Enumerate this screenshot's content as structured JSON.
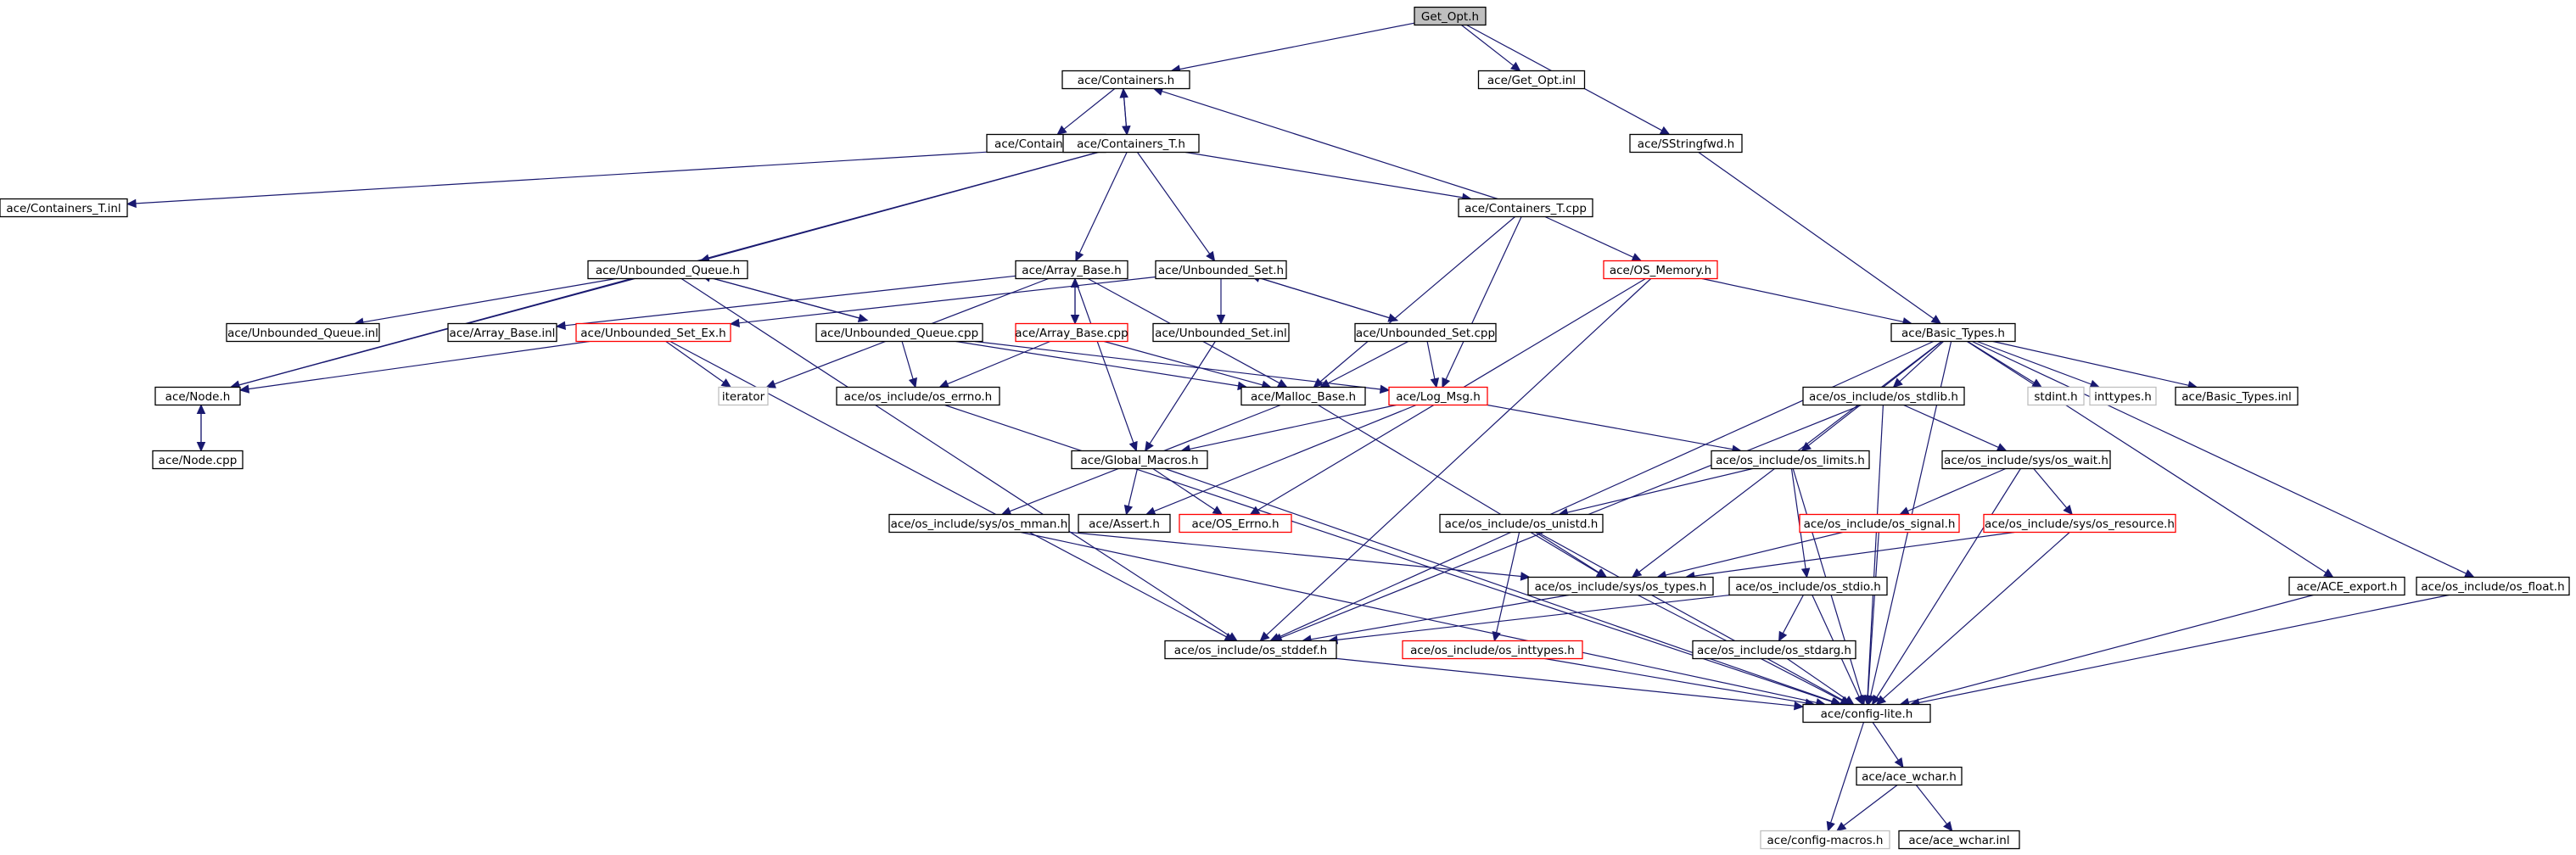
{
  "nodes": [
    {
      "id": "get_opt_h",
      "label": "Get_Opt.h",
      "style": "root"
    },
    {
      "id": "containers_h",
      "label": "ace/Containers.h",
      "style": "normal"
    },
    {
      "id": "get_opt_inl",
      "label": "ace/Get_Opt.inl",
      "style": "normal"
    },
    {
      "id": "containers_inl",
      "label": "ace/Containers.inl",
      "style": "normal"
    },
    {
      "id": "containers_t_h",
      "label": "ace/Containers_T.h",
      "style": "normal"
    },
    {
      "id": "sstringfwd_h",
      "label": "ace/SStringfwd.h",
      "style": "normal"
    },
    {
      "id": "containers_t_inl",
      "label": "ace/Containers_T.inl",
      "style": "normal"
    },
    {
      "id": "containers_t_cpp",
      "label": "ace/Containers_T.cpp",
      "style": "normal"
    },
    {
      "id": "unbounded_queue_h",
      "label": "ace/Unbounded_Queue.h",
      "style": "normal"
    },
    {
      "id": "array_base_h",
      "label": "ace/Array_Base.h",
      "style": "normal"
    },
    {
      "id": "unbounded_set_h",
      "label": "ace/Unbounded_Set.h",
      "style": "normal"
    },
    {
      "id": "os_memory_h",
      "label": "ace/OS_Memory.h",
      "style": "red"
    },
    {
      "id": "unbounded_queue_inl",
      "label": "ace/Unbounded_Queue.inl",
      "style": "normal"
    },
    {
      "id": "array_base_inl",
      "label": "ace/Array_Base.inl",
      "style": "normal"
    },
    {
      "id": "unbounded_set_ex_h",
      "label": "ace/Unbounded_Set_Ex.h",
      "style": "red"
    },
    {
      "id": "unbounded_queue_cpp",
      "label": "ace/Unbounded_Queue.cpp",
      "style": "normal"
    },
    {
      "id": "array_base_cpp",
      "label": "ace/Array_Base.cpp",
      "style": "red"
    },
    {
      "id": "unbounded_set_inl",
      "label": "ace/Unbounded_Set.inl",
      "style": "normal"
    },
    {
      "id": "unbounded_set_cpp",
      "label": "ace/Unbounded_Set.cpp",
      "style": "normal"
    },
    {
      "id": "basic_types_h",
      "label": "ace/Basic_Types.h",
      "style": "normal"
    },
    {
      "id": "node_h",
      "label": "ace/Node.h",
      "style": "normal"
    },
    {
      "id": "iterator",
      "label": "iterator",
      "style": "gray"
    },
    {
      "id": "os_errno_h",
      "label": "ace/os_include/os_errno.h",
      "style": "normal"
    },
    {
      "id": "malloc_base_h",
      "label": "ace/Malloc_Base.h",
      "style": "normal"
    },
    {
      "id": "log_msg_h",
      "label": "ace/Log_Msg.h",
      "style": "red"
    },
    {
      "id": "os_stdlib_h",
      "label": "ace/os_include/os_stdlib.h",
      "style": "normal"
    },
    {
      "id": "stdint_h",
      "label": "stdint.h",
      "style": "gray"
    },
    {
      "id": "inttypes_h",
      "label": "inttypes.h",
      "style": "gray"
    },
    {
      "id": "basic_types_inl",
      "label": "ace/Basic_Types.inl",
      "style": "normal"
    },
    {
      "id": "node_cpp",
      "label": "ace/Node.cpp",
      "style": "normal"
    },
    {
      "id": "global_macros_h",
      "label": "ace/Global_Macros.h",
      "style": "normal"
    },
    {
      "id": "os_limits_h",
      "label": "ace/os_include/os_limits.h",
      "style": "normal"
    },
    {
      "id": "sys_wait_h",
      "label": "ace/os_include/sys/os_wait.h",
      "style": "normal"
    },
    {
      "id": "sys_mman_h",
      "label": "ace/os_include/sys/os_mman.h",
      "style": "normal"
    },
    {
      "id": "assert_h",
      "label": "ace/Assert.h",
      "style": "normal"
    },
    {
      "id": "os_errno_ace_h",
      "label": "ace/OS_Errno.h",
      "style": "red"
    },
    {
      "id": "os_unistd_h",
      "label": "ace/os_include/os_unistd.h",
      "style": "normal"
    },
    {
      "id": "os_signal_h",
      "label": "ace/os_include/os_signal.h",
      "style": "red"
    },
    {
      "id": "sys_resource_h",
      "label": "ace/os_include/sys/os_resource.h",
      "style": "red"
    },
    {
      "id": "sys_types_h",
      "label": "ace/os_include/sys/os_types.h",
      "style": "normal"
    },
    {
      "id": "os_stdio_h",
      "label": "ace/os_include/os_stdio.h",
      "style": "normal"
    },
    {
      "id": "ace_export_h",
      "label": "ace/ACE_export.h",
      "style": "normal"
    },
    {
      "id": "os_float_h",
      "label": "ace/os_include/os_float.h",
      "style": "normal"
    },
    {
      "id": "os_stddef_h",
      "label": "ace/os_include/os_stddef.h",
      "style": "normal"
    },
    {
      "id": "os_inttypes_h",
      "label": "ace/os_include/os_inttypes.h",
      "style": "red"
    },
    {
      "id": "os_stdarg_h",
      "label": "ace/os_include/os_stdarg.h",
      "style": "normal"
    },
    {
      "id": "config_lite_h",
      "label": "ace/config-lite.h",
      "style": "normal"
    },
    {
      "id": "ace_wchar_h",
      "label": "ace/ace_wchar.h",
      "style": "normal"
    },
    {
      "id": "config_macros_h",
      "label": "ace/config-macros.h",
      "style": "gray"
    },
    {
      "id": "ace_wchar_inl",
      "label": "ace/ace_wchar.inl",
      "style": "normal"
    }
  ],
  "edges": [
    [
      "get_opt_h",
      "containers_h"
    ],
    [
      "get_opt_h",
      "get_opt_inl"
    ],
    [
      "get_opt_h",
      "sstringfwd_h"
    ],
    [
      "containers_h",
      "containers_inl"
    ],
    [
      "containers_h",
      "containers_t_h"
    ],
    [
      "containers_t_h",
      "containers_h"
    ],
    [
      "containers_t_h",
      "containers_t_inl"
    ],
    [
      "containers_t_h",
      "containers_t_cpp"
    ],
    [
      "containers_t_cpp",
      "containers_h"
    ],
    [
      "containers_t_h",
      "unbounded_queue_h"
    ],
    [
      "containers_t_h",
      "array_base_h"
    ],
    [
      "containers_t_h",
      "unbounded_set_h"
    ],
    [
      "containers_t_h",
      "node_h"
    ],
    [
      "containers_t_cpp",
      "os_memory_h"
    ],
    [
      "containers_t_cpp",
      "malloc_base_h"
    ],
    [
      "containers_t_cpp",
      "log_msg_h"
    ],
    [
      "sstringfwd_h",
      "basic_types_h"
    ],
    [
      "unbounded_queue_h",
      "unbounded_queue_inl"
    ],
    [
      "unbounded_queue_h",
      "unbounded_queue_cpp"
    ],
    [
      "unbounded_queue_cpp",
      "unbounded_queue_h"
    ],
    [
      "unbounded_queue_h",
      "node_h"
    ],
    [
      "unbounded_queue_h",
      "os_stddef_h"
    ],
    [
      "array_base_h",
      "array_base_inl"
    ],
    [
      "array_base_h",
      "array_base_cpp"
    ],
    [
      "array_base_cpp",
      "array_base_h"
    ],
    [
      "array_base_h",
      "iterator"
    ],
    [
      "array_base_h",
      "global_macros_h"
    ],
    [
      "array_base_h",
      "malloc_base_h"
    ],
    [
      "unbounded_set_h",
      "unbounded_set_inl"
    ],
    [
      "unbounded_set_h",
      "unbounded_set_cpp"
    ],
    [
      "unbounded_set_cpp",
      "unbounded_set_h"
    ],
    [
      "unbounded_set_h",
      "unbounded_set_ex_h"
    ],
    [
      "unbounded_set_ex_h",
      "node_h"
    ],
    [
      "unbounded_set_ex_h",
      "iterator"
    ],
    [
      "unbounded_set_ex_h",
      "os_stddef_h"
    ],
    [
      "unbounded_queue_cpp",
      "os_errno_h"
    ],
    [
      "unbounded_queue_cpp",
      "malloc_base_h"
    ],
    [
      "unbounded_queue_cpp",
      "log_msg_h"
    ],
    [
      "array_base_cpp",
      "os_errno_h"
    ],
    [
      "array_base_cpp",
      "malloc_base_h"
    ],
    [
      "unbounded_set_inl",
      "global_macros_h"
    ],
    [
      "unbounded_set_cpp",
      "malloc_base_h"
    ],
    [
      "unbounded_set_cpp",
      "log_msg_h"
    ],
    [
      "os_memory_h",
      "basic_types_h"
    ],
    [
      "os_memory_h",
      "os_errno_ace_h"
    ],
    [
      "os_memory_h",
      "os_stddef_h"
    ],
    [
      "node_h",
      "node_cpp"
    ],
    [
      "node_cpp",
      "node_h"
    ],
    [
      "os_errno_h",
      "config_lite_h"
    ],
    [
      "malloc_base_h",
      "sys_types_h"
    ],
    [
      "malloc_base_h",
      "sys_mman_h"
    ],
    [
      "log_msg_h",
      "global_macros_h"
    ],
    [
      "log_msg_h",
      "assert_h"
    ],
    [
      "log_msg_h",
      "os_limits_h"
    ],
    [
      "global_macros_h",
      "config_lite_h"
    ],
    [
      "global_macros_h",
      "assert_h"
    ],
    [
      "global_macros_h",
      "os_errno_ace_h"
    ],
    [
      "sys_mman_h",
      "sys_types_h"
    ],
    [
      "sys_mman_h",
      "config_lite_h"
    ],
    [
      "basic_types_h",
      "os_stdlib_h"
    ],
    [
      "basic_types_h",
      "stdint_h"
    ],
    [
      "basic_types_h",
      "inttypes_h"
    ],
    [
      "basic_types_h",
      "basic_types_inl"
    ],
    [
      "basic_types_h",
      "os_limits_h"
    ],
    [
      "basic_types_h",
      "sys_types_h"
    ],
    [
      "basic_types_h",
      "os_stddef_h"
    ],
    [
      "basic_types_h",
      "ace_export_h"
    ],
    [
      "basic_types_h",
      "os_float_h"
    ],
    [
      "basic_types_h",
      "config_lite_h"
    ],
    [
      "os_stdlib_h",
      "sys_wait_h"
    ],
    [
      "os_stdlib_h",
      "os_stddef_h"
    ],
    [
      "os_stdlib_h",
      "config_lite_h"
    ],
    [
      "os_limits_h",
      "os_unistd_h"
    ],
    [
      "os_limits_h",
      "os_stdio_h"
    ],
    [
      "os_limits_h",
      "config_lite_h"
    ],
    [
      "sys_wait_h",
      "os_signal_h"
    ],
    [
      "sys_wait_h",
      "sys_resource_h"
    ],
    [
      "sys_wait_h",
      "config_lite_h"
    ],
    [
      "os_unistd_h",
      "sys_types_h"
    ],
    [
      "os_unistd_h",
      "os_inttypes_h"
    ],
    [
      "os_unistd_h",
      "config_lite_h"
    ],
    [
      "os_signal_h",
      "sys_types_h"
    ],
    [
      "os_signal_h",
      "config_lite_h"
    ],
    [
      "sys_resource_h",
      "sys_types_h"
    ],
    [
      "sys_resource_h",
      "config_lite_h"
    ],
    [
      "sys_types_h",
      "os_stddef_h"
    ],
    [
      "sys_types_h",
      "config_lite_h"
    ],
    [
      "os_stdio_h",
      "os_stddef_h"
    ],
    [
      "os_stdio_h",
      "os_stdarg_h"
    ],
    [
      "os_stdio_h",
      "config_lite_h"
    ],
    [
      "os_stddef_h",
      "config_lite_h"
    ],
    [
      "os_inttypes_h",
      "config_lite_h"
    ],
    [
      "os_stdarg_h",
      "config_lite_h"
    ],
    [
      "ace_export_h",
      "config_lite_h"
    ],
    [
      "os_float_h",
      "config_lite_h"
    ],
    [
      "config_lite_h",
      "ace_wchar_h"
    ],
    [
      "config_lite_h",
      "config_macros_h"
    ],
    [
      "ace_wchar_h",
      "config_macros_h"
    ],
    [
      "ace_wchar_h",
      "ace_wchar_inl"
    ]
  ]
}
